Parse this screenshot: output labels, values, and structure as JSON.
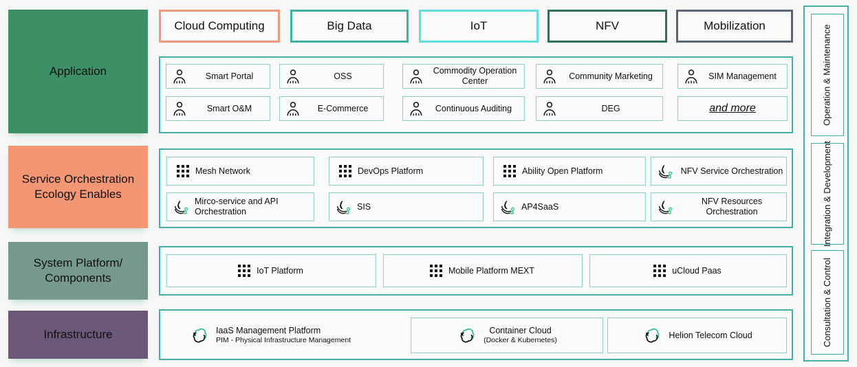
{
  "colors": {
    "teal_border": "#43b0a5",
    "inner_border": "#8ccfc6",
    "application_fill": "#3d8f66",
    "service_fill": "#f29674",
    "system_fill": "#76998c",
    "infrastructure_fill": "#6b5878",
    "tab_cloud_computing": "#ef9979",
    "tab_big_data": "#3bb3a0",
    "tab_iot": "#5fdde0",
    "tab_nfv": "#2e7157",
    "tab_mobilization": "#5a6472",
    "icon_accent_green": "#2fbf7f"
  },
  "stages": [
    {
      "label": "Application"
    },
    {
      "label": "Service Orchestration Ecology Enables"
    },
    {
      "label": "System Platform/ Components"
    },
    {
      "label": "Infrastructure"
    }
  ],
  "tabs": [
    {
      "label": "Cloud Computing"
    },
    {
      "label": "Big Data"
    },
    {
      "label": "IoT"
    },
    {
      "label": "NFV"
    },
    {
      "label": "Mobilization"
    }
  ],
  "application_items": [
    {
      "label": "Smart Portal",
      "icon": "person-icon"
    },
    {
      "label": "OSS",
      "icon": "person-icon"
    },
    {
      "label": "Commodity Operation Center",
      "icon": "person-icon"
    },
    {
      "label": "Community Marketing",
      "icon": "person-icon"
    },
    {
      "label": "SIM Management",
      "icon": "person-icon"
    },
    {
      "label": "Smart O&M",
      "icon": "person-icon"
    },
    {
      "label": "E-Commerce",
      "icon": "person-icon"
    },
    {
      "label": "Continuous Auditing",
      "icon": "person-icon"
    },
    {
      "label": "DEG",
      "icon": "person-icon"
    },
    {
      "label": "and more",
      "icon": "none"
    }
  ],
  "service_items": [
    {
      "label": "Mesh Network",
      "icon": "dot-grid-icon"
    },
    {
      "label": "DevOps Platform",
      "icon": "dot-grid-icon"
    },
    {
      "label": "Ability Open Platform",
      "icon": "dot-grid-icon"
    },
    {
      "label": "NFV Service Orchestration",
      "icon": "orchestration-icon"
    },
    {
      "label": "Mirco-service and API Orchestration",
      "icon": "orchestration-icon"
    },
    {
      "label": "SIS",
      "icon": "orchestration-icon"
    },
    {
      "label": "AP4SaaS",
      "icon": "orchestration-icon"
    },
    {
      "label": "NFV Resources Orchestration",
      "icon": "orchestration-icon"
    }
  ],
  "system_items": [
    {
      "label": "IoT Platform",
      "icon": "dot-grid-icon"
    },
    {
      "label": "Mobile Platform MEXT",
      "icon": "dot-grid-icon"
    },
    {
      "label": "uCloud Paas",
      "icon": "dot-grid-icon"
    }
  ],
  "infrastructure_items": [
    {
      "title": "IaaS Management Platform",
      "subtitle": "PIM - Physical Infrastructure Management",
      "icon": "cloud-icon",
      "boxed": false
    },
    {
      "title": "Container Cloud",
      "subtitle": "(Docker & Kubernetes)",
      "icon": "cloud-icon",
      "boxed": true
    },
    {
      "title": "Helion Telecom Cloud",
      "subtitle": "",
      "icon": "cloud-icon",
      "boxed": true
    }
  ],
  "side_column": [
    {
      "label": "Operation & Maintenance"
    },
    {
      "label": "Integration & Development"
    },
    {
      "label": "Consultation & Control"
    }
  ]
}
